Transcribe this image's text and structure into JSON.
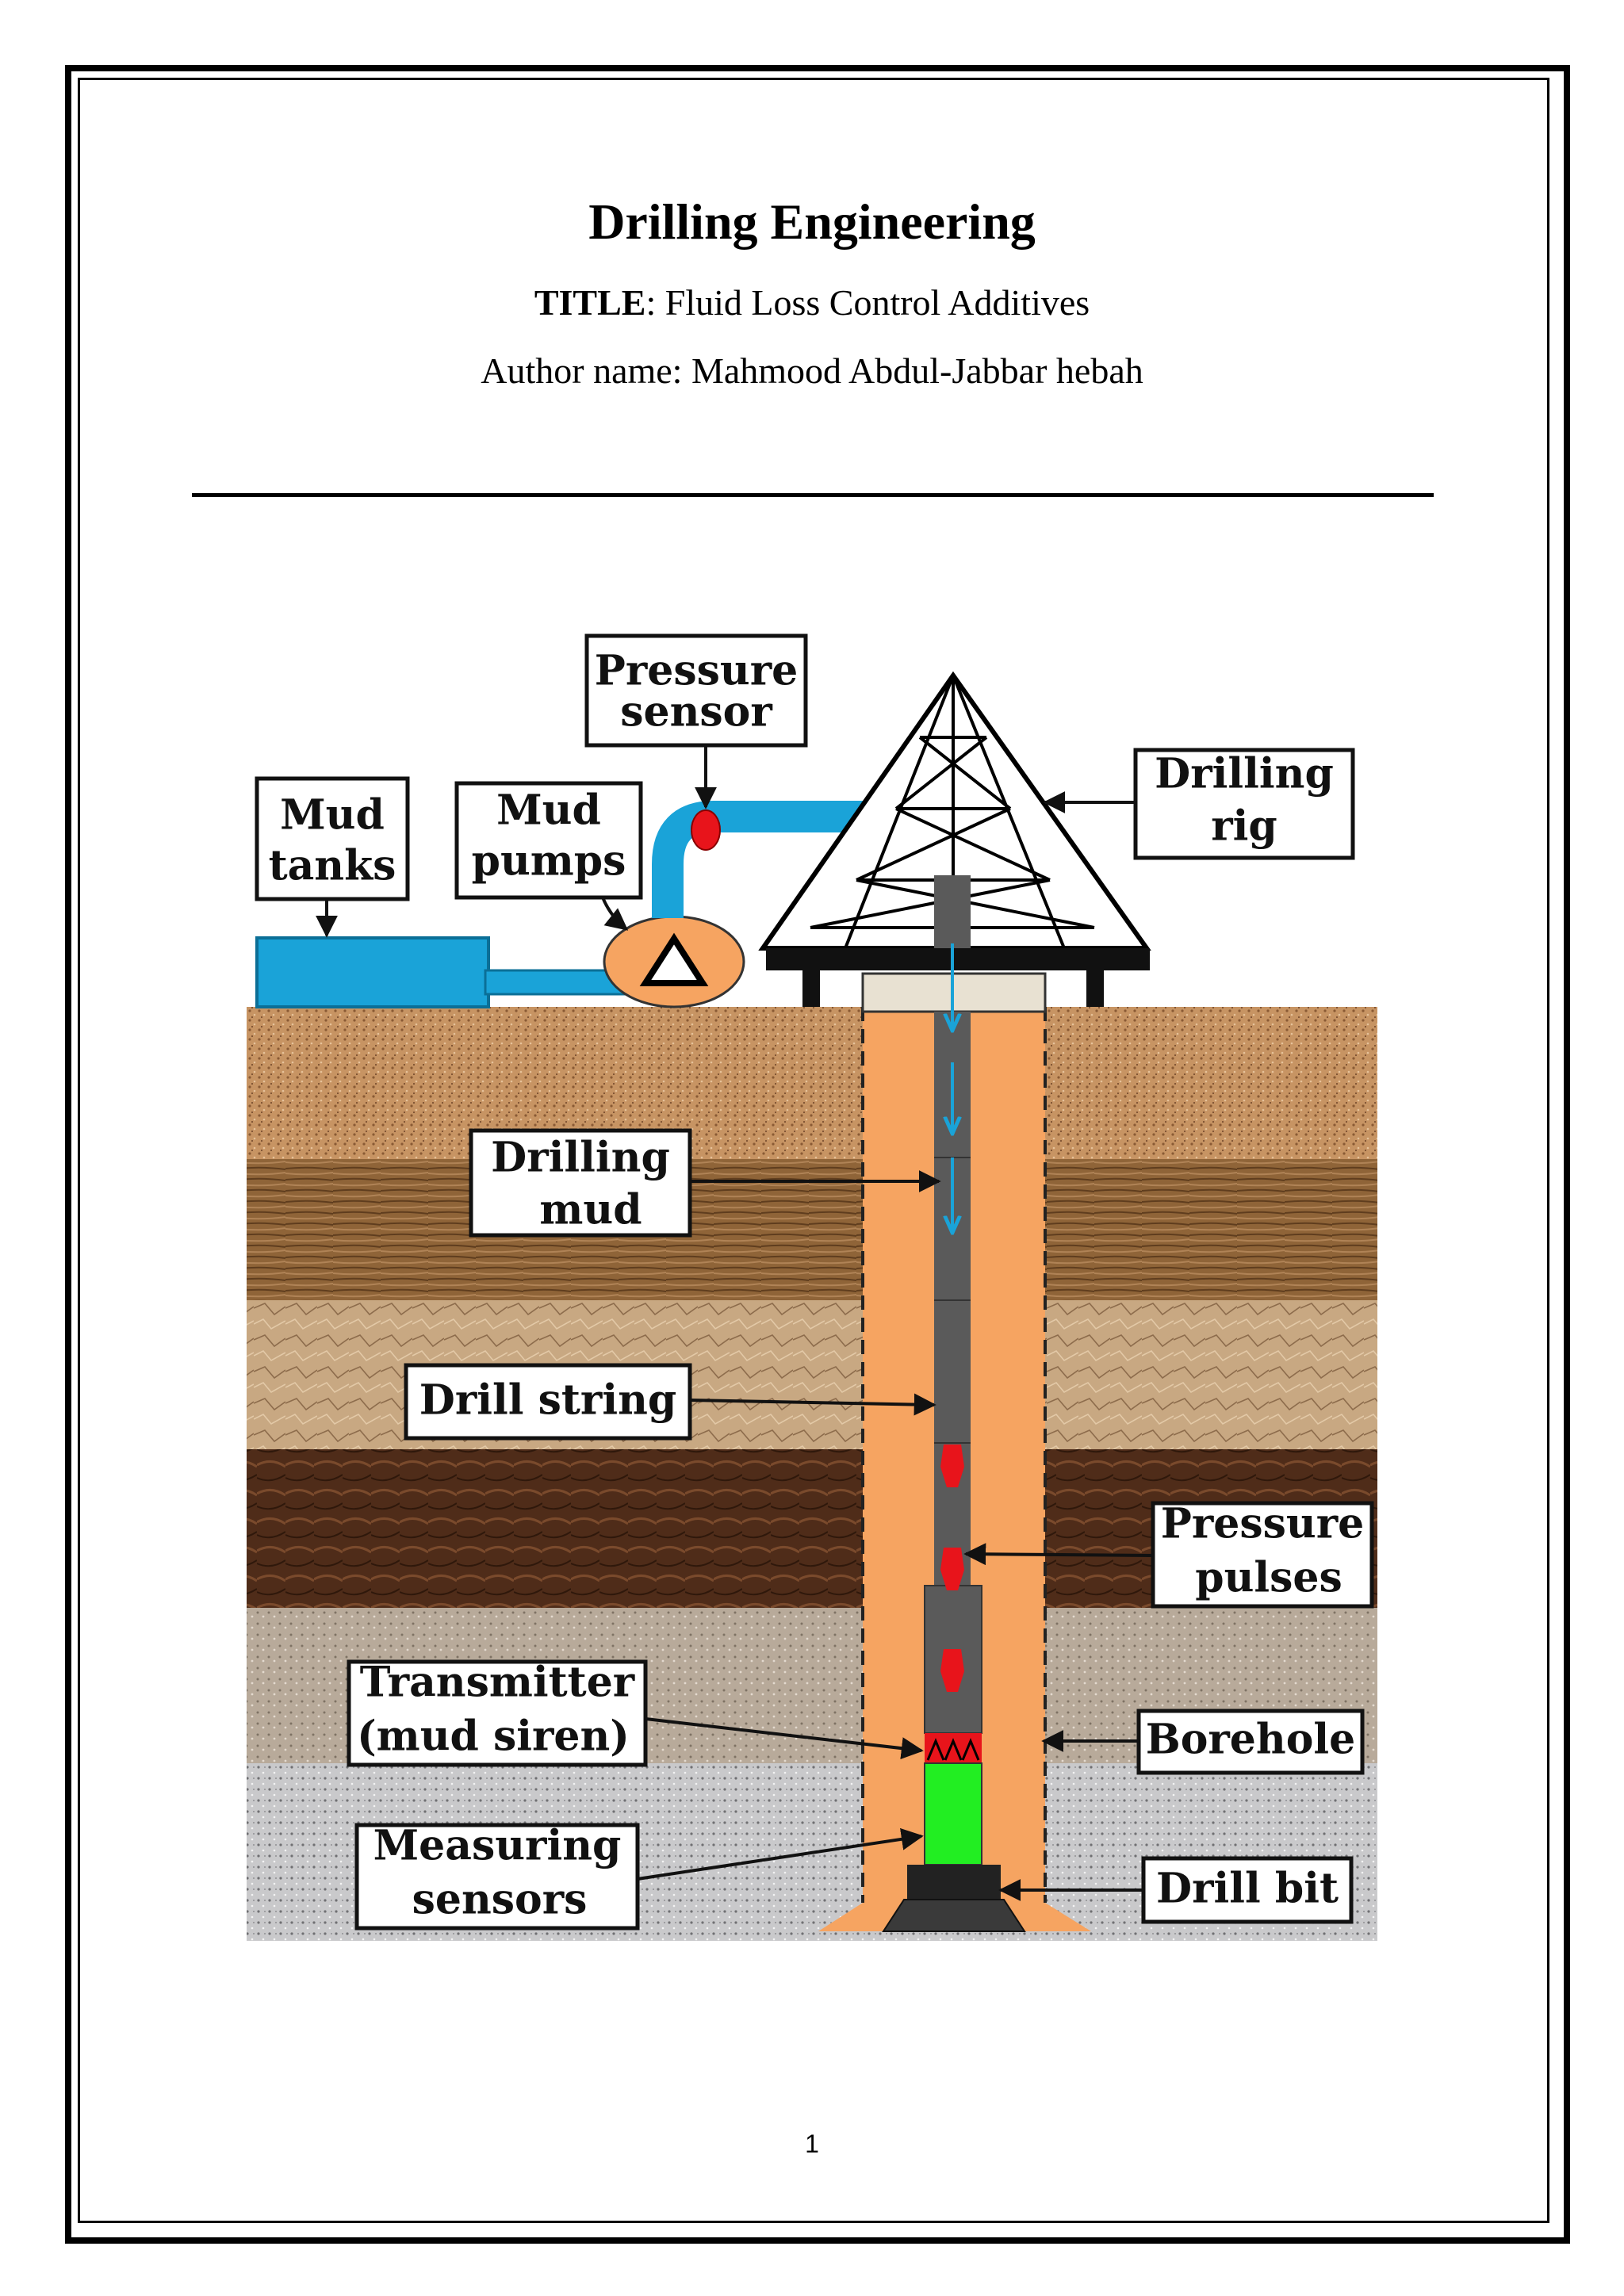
{
  "document": {
    "heading": "Drilling Engineering",
    "title_label": "TITLE",
    "title_text": ": Fluid Loss Control Additives",
    "author": "Author name: Mahmood Abdul-Jabbar hebah",
    "page_number": "1"
  },
  "figure": {
    "labels": {
      "pressure_sensor": [
        "Pressure",
        "sensor"
      ],
      "mud_tanks": [
        "Mud",
        "tanks"
      ],
      "mud_pumps": [
        "Mud",
        "pumps"
      ],
      "drilling_rig": [
        "Drilling",
        "rig"
      ],
      "drilling_mud": [
        "Drilling",
        "mud"
      ],
      "drill_string": [
        "Drill string"
      ],
      "pressure_pulses": [
        "Pressure",
        "pulses"
      ],
      "transmitter": [
        "Transmitter",
        "(mud siren)"
      ],
      "borehole": [
        "Borehole"
      ],
      "measuring_sensors": [
        "Measuring",
        "sensors"
      ],
      "drill_bit": [
        "Drill bit"
      ]
    },
    "colors": {
      "pipe_blue": "#1aa3d8",
      "mud_orange": "#f6a461",
      "drill_string_gray": "#5a5a5a",
      "sensor_green": "#22ee22",
      "pulse_red": "#e8141b"
    }
  }
}
